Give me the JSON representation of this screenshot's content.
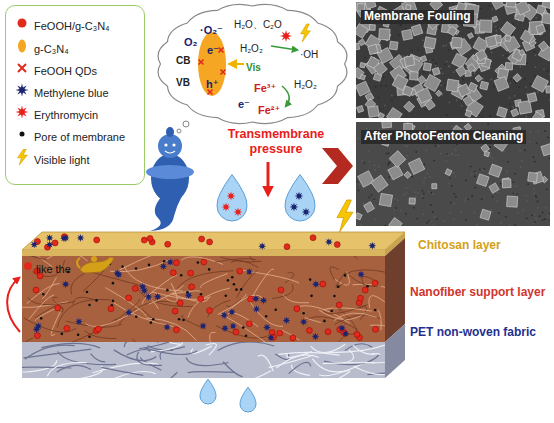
{
  "diagram": {
    "nodes": [
      {
        "text": [
          "·O₂⁻",
          "H₂O、C₂O",
          "O₂",
          "CB",
          "e⁻",
          "VB",
          "h⁺",
          "H₂O₂",
          "Vis",
          "·OH",
          "Fe³⁺",
          "e⁻",
          "H₂O₂",
          "Fe²⁺"
        ]
      },
      {
        "text": [
          "Membrane Fouling"
        ]
      },
      {
        "text": [
          "After PhotoFenton Cleaning"
        ]
      }
    ],
    "labels": [
      "Transmembrane pressure",
      "like the",
      "Chitosan layer",
      "Nanofiber support layer",
      "PET non-woven fabric"
    ],
    "legend": [
      {
        "text": "FeOOH/g-C₃N₄"
      },
      {
        "text": "g-C₃N₄"
      },
      {
        "text": "FeOOH QDs"
      },
      {
        "text": "Methylene blue"
      },
      {
        "text": "Erythromycin"
      },
      {
        "text": "Pore of membrane"
      },
      {
        "text": "Visible light"
      }
    ]
  }
}
